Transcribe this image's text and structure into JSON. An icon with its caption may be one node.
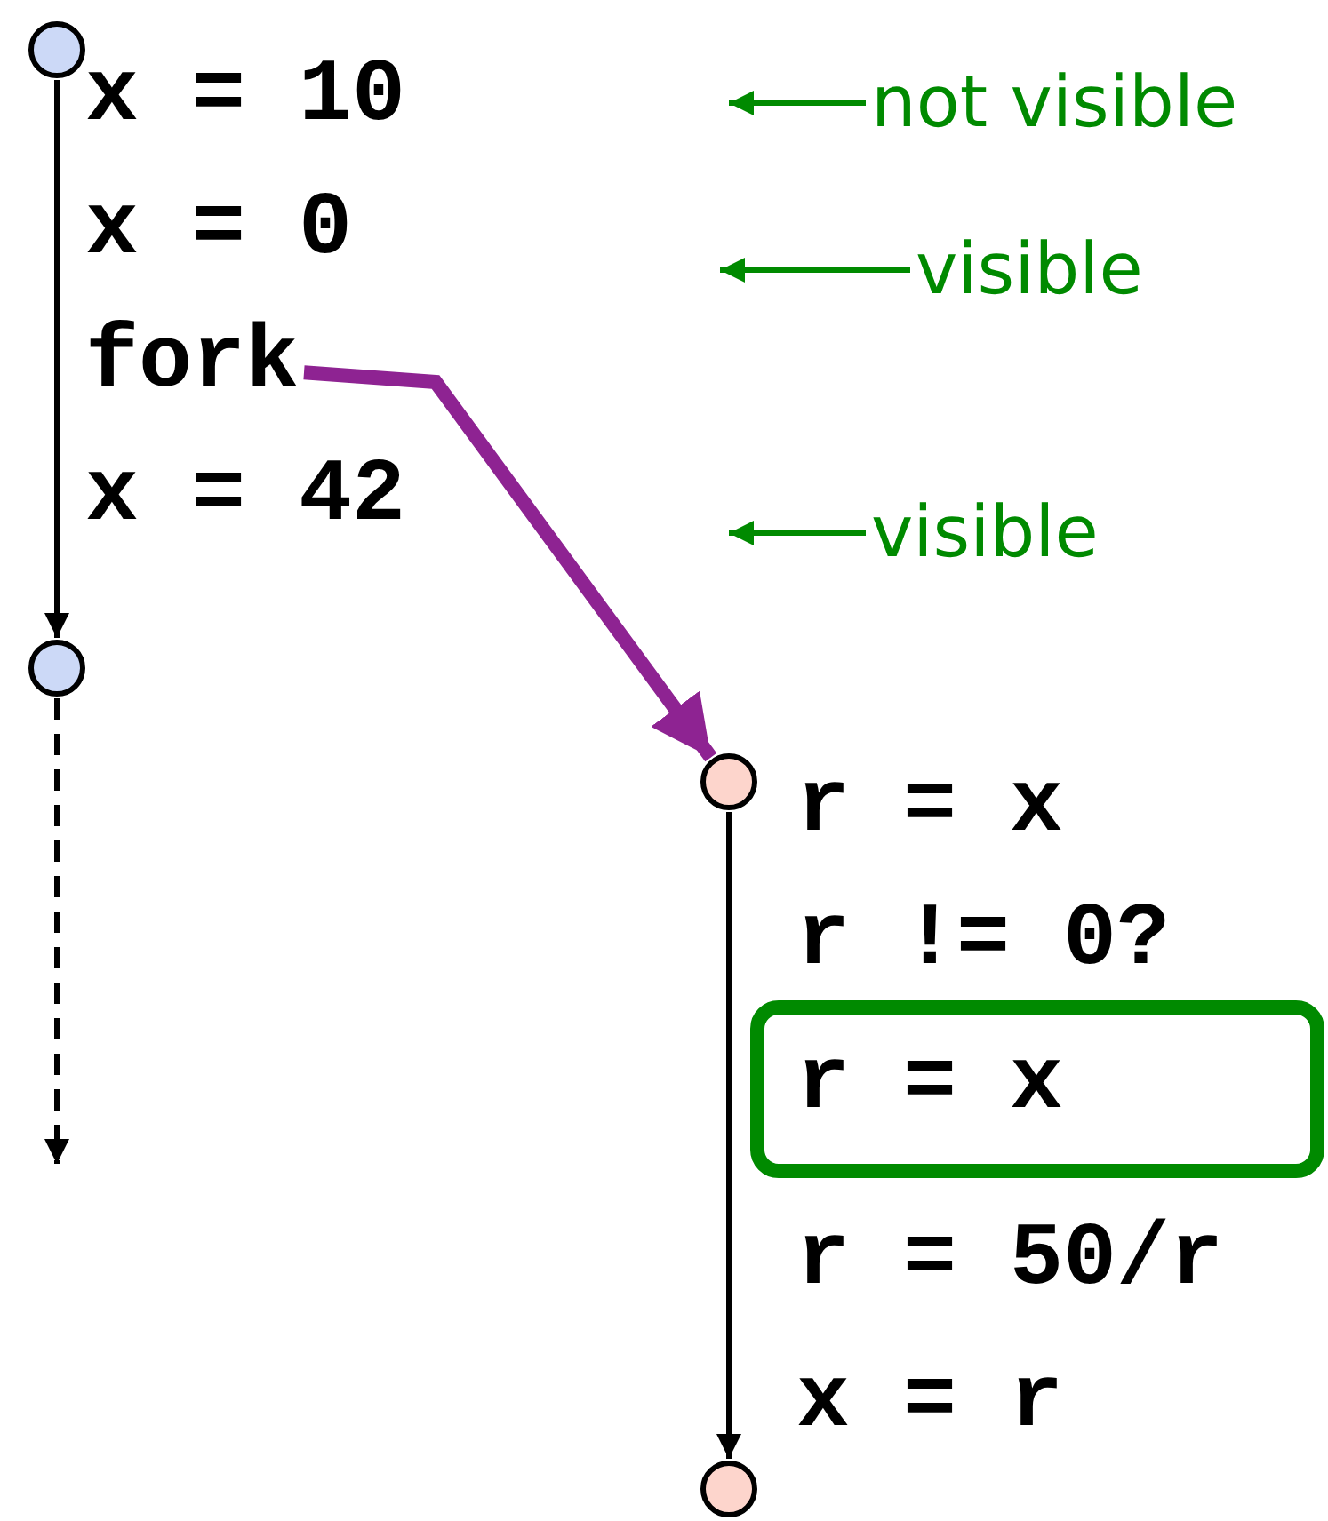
{
  "diagram": {
    "nodes": [
      {
        "text": [],
        "shape": "circle"
      },
      {
        "text": [
          "not visible"
        ]
      },
      {
        "text": [
          "visible"
        ]
      },
      {
        "text": [
          "fork"
        ]
      },
      {
        "text": [
          "visible"
        ]
      },
      {
        "text": [],
        "shape": "circle"
      },
      {
        "text": [],
        "shape": "circle"
      },
      {
        "text": [
          "r = x"
        ]
      },
      {
        "text": [],
        "shape": "circle"
      }
    ],
    "edges": [
      {
        "from": 0,
        "to": 5,
        "arrow": "to"
      },
      {
        "from": 5,
        "to": null,
        "arrow": "to",
        "style": "dashed"
      },
      {
        "from": 3,
        "to": 6,
        "arrow": "to",
        "style": "thick",
        "color": "#8e2392"
      },
      {
        "from": 6,
        "to": 8,
        "arrow": "to"
      },
      {
        "from": 1,
        "to": null,
        "arrow": "to",
        "color": "#008a00"
      },
      {
        "from": 2,
        "to": null,
        "arrow": "to",
        "color": "#008a00"
      },
      {
        "from": 4,
        "to": null,
        "arrow": "to",
        "color": "#008a00"
      }
    ],
    "labels": [
      "x = 10",
      "x = 0",
      "x = 42",
      "r = x",
      "r != 0?",
      "r = 50/r",
      "x = r"
    ]
  }
}
